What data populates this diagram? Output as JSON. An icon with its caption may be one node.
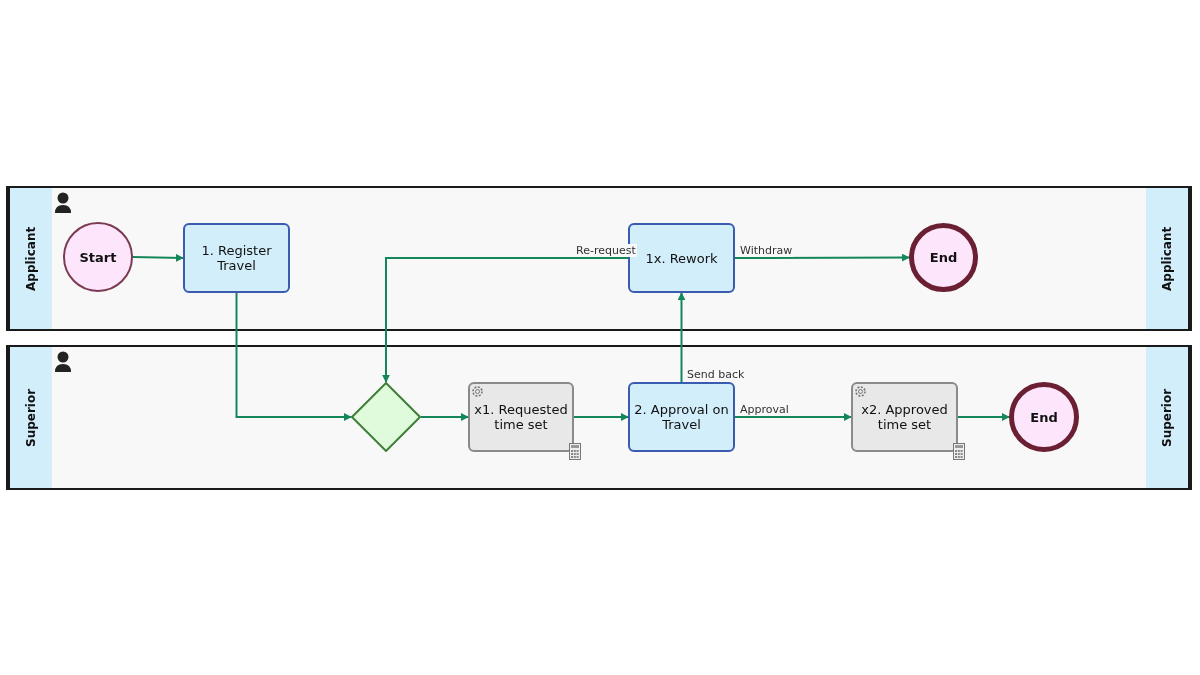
{
  "diagram": {
    "nodes": [
      {
        "text": [
          "Applicant",
          "Applicant"
        ]
      },
      {
        "text": [
          "Start"
        ],
        "in": 0
      },
      {
        "text": [
          "1. Register Travel"
        ],
        "in": 0
      },
      {
        "text": [
          "1x. Rework"
        ],
        "in": 0
      },
      {
        "text": [
          "End"
        ],
        "in": 0
      },
      {
        "text": [
          "Superior",
          "Superior"
        ]
      },
      {
        "text": [],
        "shape": "diamond",
        "in": 5
      },
      {
        "text": [
          "x1. Requested time set"
        ],
        "in": 5
      },
      {
        "text": [
          "2. Approval on Travel"
        ],
        "in": 5
      },
      {
        "text": [
          "x2. Approved time set"
        ],
        "in": 5
      },
      {
        "text": [
          "End"
        ],
        "in": 5
      }
    ],
    "edges": [
      {
        "from": 1,
        "to": 2,
        "arrow": "to"
      },
      {
        "from": 2,
        "to": 6,
        "arrow": "to"
      },
      {
        "from": 3,
        "to": 6,
        "arrow": "to",
        "label": "Re-request"
      },
      {
        "from": 3,
        "to": 4,
        "arrow": "to",
        "label": "Withdraw"
      },
      {
        "from": 6,
        "to": 7,
        "arrow": "to"
      },
      {
        "from": 7,
        "to": 8,
        "arrow": "to"
      },
      {
        "from": 8,
        "to": 3,
        "arrow": "to",
        "label": "Send back"
      },
      {
        "from": 8,
        "to": 9,
        "arrow": "to",
        "label": "Approval"
      },
      {
        "from": 9,
        "to": 10,
        "arrow": "to"
      }
    ]
  }
}
